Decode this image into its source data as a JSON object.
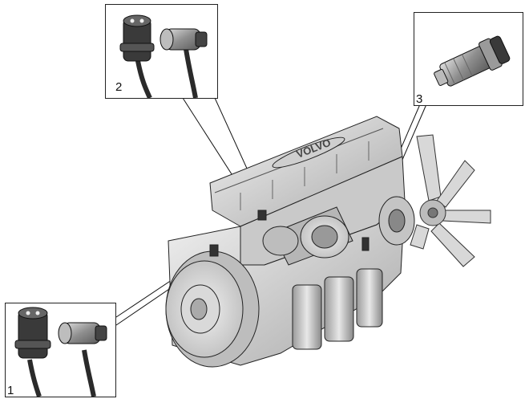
{
  "engine": {
    "brand_mark": "VOLVO"
  },
  "callouts": [
    {
      "number": "1",
      "part": "sensor-with-connector"
    },
    {
      "number": "2",
      "part": "sensor-with-connector"
    },
    {
      "number": "3",
      "part": "sensor"
    }
  ],
  "colors": {
    "line": "#111111",
    "engine_light": "#e6e6e6",
    "engine_mid": "#bdbdbd",
    "engine_dark": "#7a7a7a",
    "sensor_dark": "#3a3a3a",
    "sensor_metal": "#9a9a9a"
  }
}
